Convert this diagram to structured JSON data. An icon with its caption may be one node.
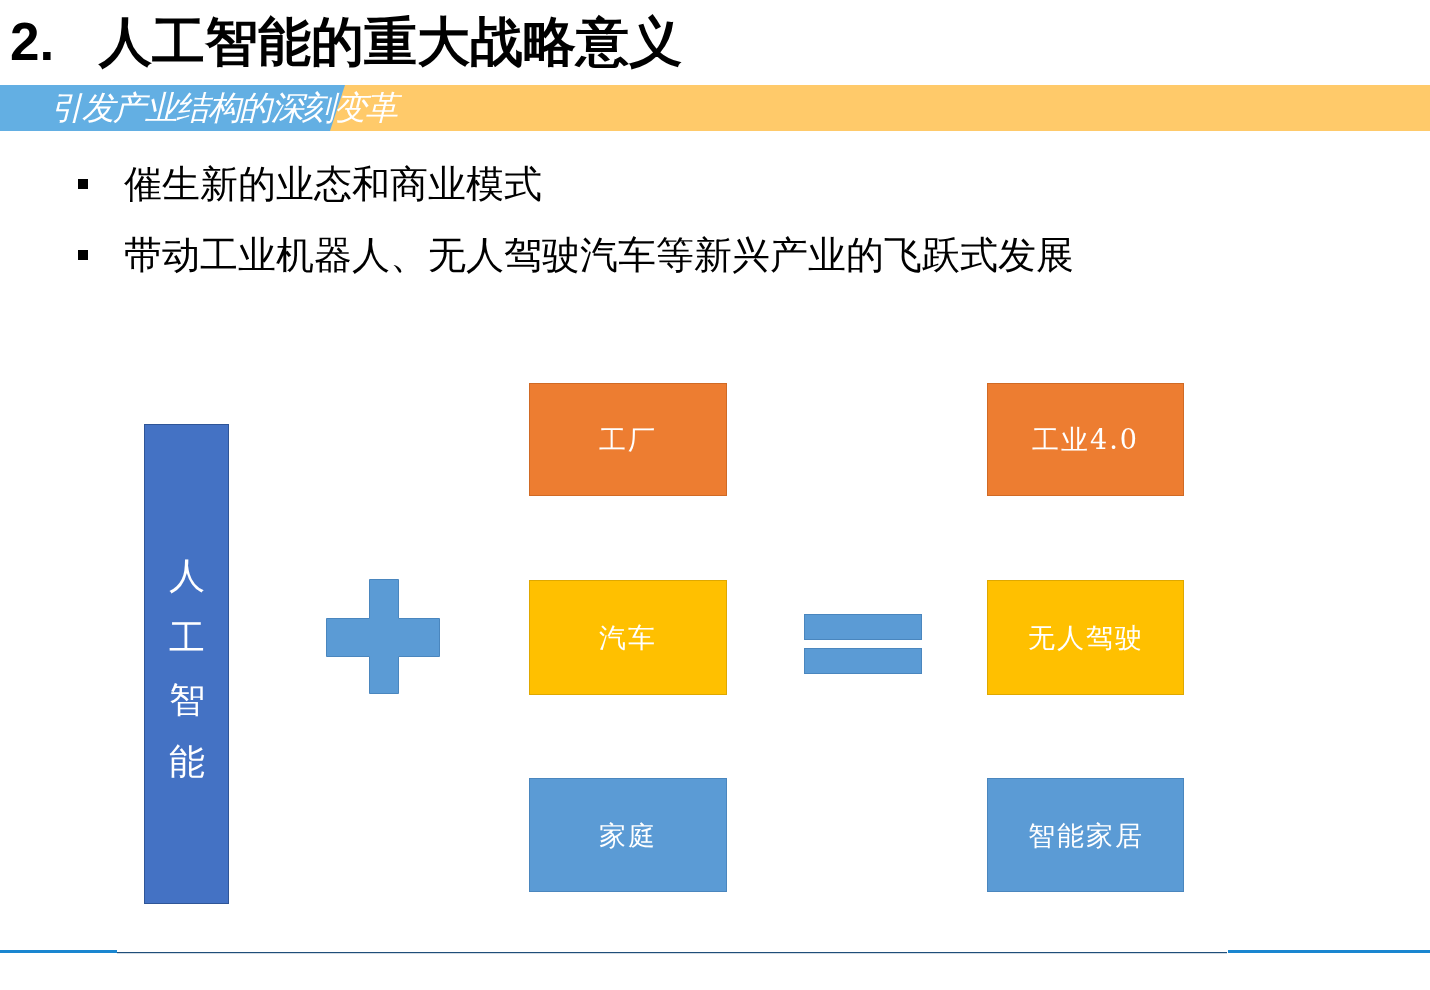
{
  "diagram": {
    "title": "2. 人工智能的重大战略意义",
    "nodes": [
      {
        "text": [
          "引发产业结构的深刻变革"
        ]
      },
      {
        "text": [
          "人工智能"
        ]
      },
      {
        "text": [
          "工厂"
        ]
      },
      {
        "text": [
          "工业4.0"
        ]
      },
      {
        "text": [
          "汽车"
        ]
      },
      {
        "text": [
          "无人驾驶"
        ]
      },
      {
        "text": [
          "家庭"
        ]
      },
      {
        "text": [
          "智能家居"
        ]
      }
    ],
    "labels": [
      "催生新的业态和商业模式",
      "带动工业机器人、无人驾驶汽车等新兴产业的飞跃式发展"
    ]
  }
}
